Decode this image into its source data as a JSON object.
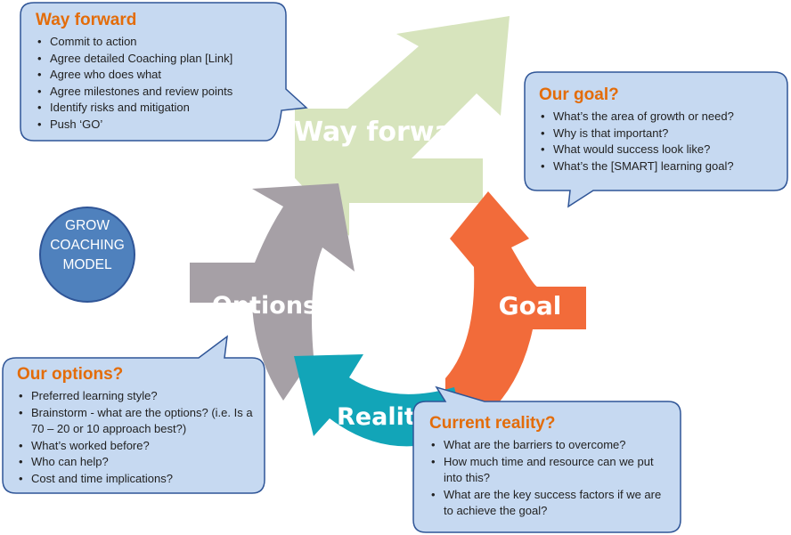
{
  "model_label": [
    "GROW",
    "COACHING",
    "MODEL"
  ],
  "arrows": {
    "way_forward": {
      "label": "Way forward",
      "color": "#D7E4BD"
    },
    "options": {
      "label": "Options",
      "color": "#A6A0A6"
    },
    "goal": {
      "label": "Goal",
      "color": "#F26B3A"
    },
    "reality": {
      "label": "Reality",
      "color": "#12A5B8"
    }
  },
  "bubbles": {
    "way_forward": {
      "title": "Way forward",
      "items": [
        "Commit to action",
        "Agree detailed Coaching plan [Link]",
        "Agree who does what",
        "Agree milestones and review points",
        "Identify risks and mitigation",
        "Push ‘GO’"
      ]
    },
    "goal": {
      "title": "Our goal?",
      "items": [
        "What’s the area of growth or need?",
        "Why is that important?",
        "What would success look like?",
        "What’s the [SMART] learning goal?"
      ]
    },
    "options": {
      "title": "Our options?",
      "items": [
        "Preferred learning style?",
        "Brainstorm  - what are the options? (i.e. Is a 70 – 20 or 10  approach  best?)",
        "What’s worked before?",
        "Who can help?",
        "Cost and time implications?"
      ]
    },
    "reality": {
      "title": "Current reality?",
      "items": [
        "What are the barriers to overcome?",
        "How much time and resource can we put into this?",
        "What are the key success factors if we are to achieve the goal?"
      ]
    }
  },
  "colors": {
    "bubble_fill": "#C6D9F1",
    "bubble_stroke": "#2F5597",
    "title_orange": "#E36C09",
    "circle_fill": "#4F81BD"
  }
}
